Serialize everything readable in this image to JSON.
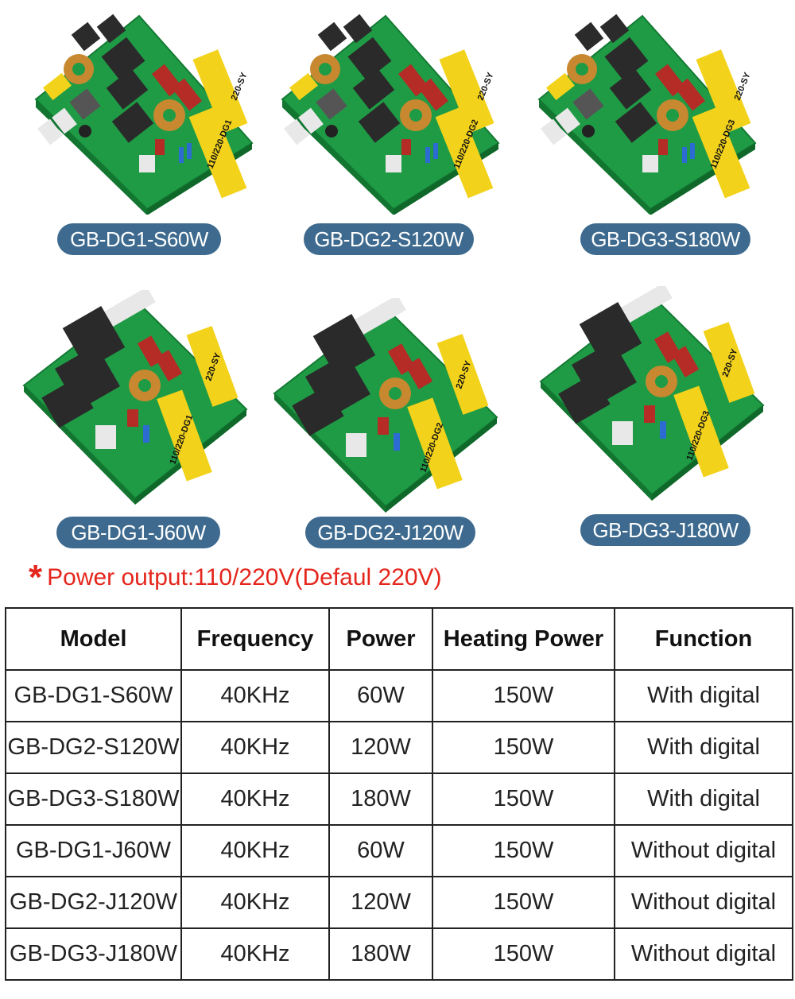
{
  "products": [
    {
      "label": "GB-DG1-S60W",
      "silk_top": "220-SY",
      "silk_bottom": "110/220-DG1"
    },
    {
      "label": "GB-DG2-S120W",
      "silk_top": "220-SY",
      "silk_bottom": "110/220-DG2"
    },
    {
      "label": "GB-DG3-S180W",
      "silk_top": "220-SY",
      "silk_bottom": "110/220-DG3"
    },
    {
      "label": "GB-DG1-J60W",
      "silk_top": "220-SY",
      "silk_bottom": "110/220-DG1"
    },
    {
      "label": "GB-DG2-J120W",
      "silk_top": "220-SY",
      "silk_bottom": "110/220-DG2"
    },
    {
      "label": "GB-DG3-J180W",
      "silk_top": "220-SY",
      "silk_bottom": "110/220-DG3"
    }
  ],
  "note": {
    "star": "*",
    "text": "Power output:110/220V(Defaul 220V)",
    "color": "#e4261c"
  },
  "table": {
    "headers": [
      "Model",
      "Frequency",
      "Power",
      "Heating Power",
      "Function"
    ],
    "rows": [
      [
        "GB-DG1-S60W",
        "40KHz",
        "60W",
        "150W",
        "With digital"
      ],
      [
        "GB-DG2-S120W",
        "40KHz",
        "120W",
        "150W",
        "With digital"
      ],
      [
        "GB-DG3-S180W",
        "40KHz",
        "180W",
        "150W",
        "With digital"
      ],
      [
        "GB-DG1-J60W",
        "40KHz",
        "60W",
        "150W",
        "Without digital"
      ],
      [
        "GB-DG2-J120W",
        "40KHz",
        "120W",
        "150W",
        "Without digital"
      ],
      [
        "GB-DG3-J180W",
        "40KHz",
        "180W",
        "150W",
        "Without digital"
      ]
    ]
  },
  "colors": {
    "pcb": "#22a64a",
    "pill": "#3d6a8e",
    "transformer": "#f2d21b"
  }
}
